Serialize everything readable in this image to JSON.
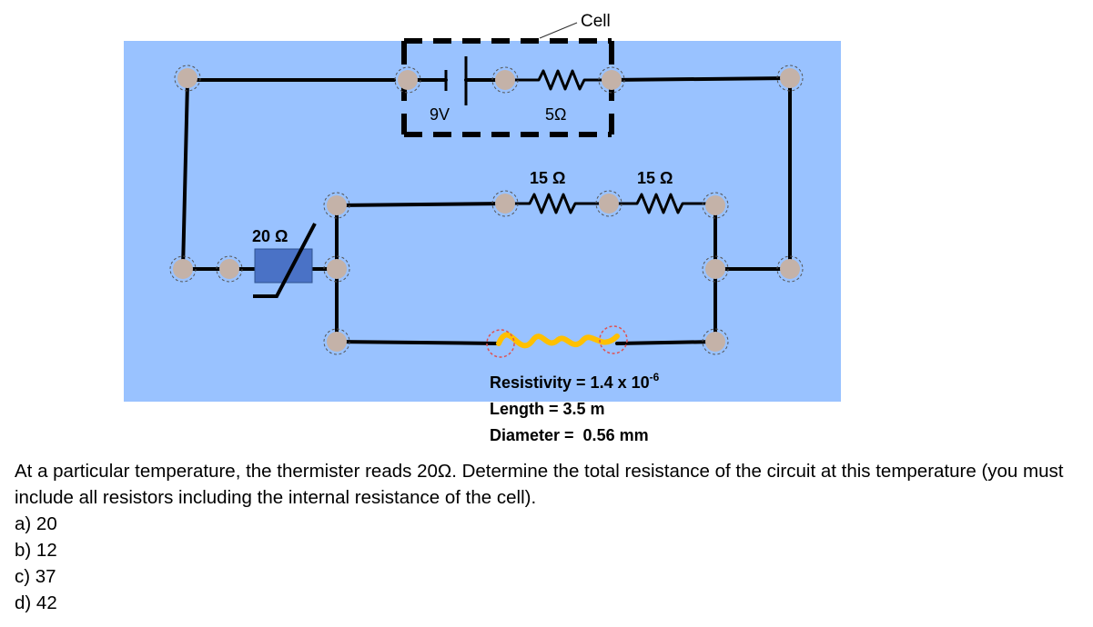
{
  "diagram": {
    "cell_label": "Cell",
    "emf_label": "9V",
    "internal_resistance_label": "5Ω",
    "resistor_a_label": "15 Ω",
    "resistor_b_label": "15 Ω",
    "thermistor_label": "20 Ω",
    "resistivity_label": "Resistivity = 1.4 x 10",
    "resistivity_exponent": "-6",
    "length_label": "Length = 3.5 m",
    "diameter_label": "Diameter =  0.56 mm",
    "colors": {
      "board": "#99c2ff",
      "node": "#c4b2a8",
      "wire": "#000000",
      "thermistor": "#4a72c6",
      "wire_coil": "#ffc000",
      "wire_node_outline": "#e05050"
    }
  },
  "question": {
    "text": "At a particular temperature, the thermister reads 20Ω. Determine the total resistance of the circuit at this temperature (you must include all resistors including the internal resistance of the cell).",
    "options": [
      "a) 20",
      "b) 12",
      "c) 37",
      "d) 42"
    ]
  }
}
